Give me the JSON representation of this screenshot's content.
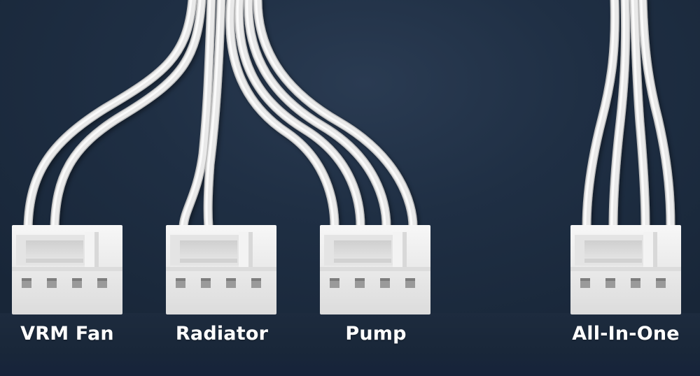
{
  "connectors": [
    {
      "label": "VRM Fan"
    },
    {
      "label": "Radiator"
    },
    {
      "label": "Pump"
    },
    {
      "label": "All-In-One"
    }
  ],
  "colors": {
    "background": "#1f2f44",
    "wire": "#e9e9e9",
    "connector_body": "#ececec",
    "pin_hole": "#9a9a9a",
    "label_text": "#ffffff"
  }
}
